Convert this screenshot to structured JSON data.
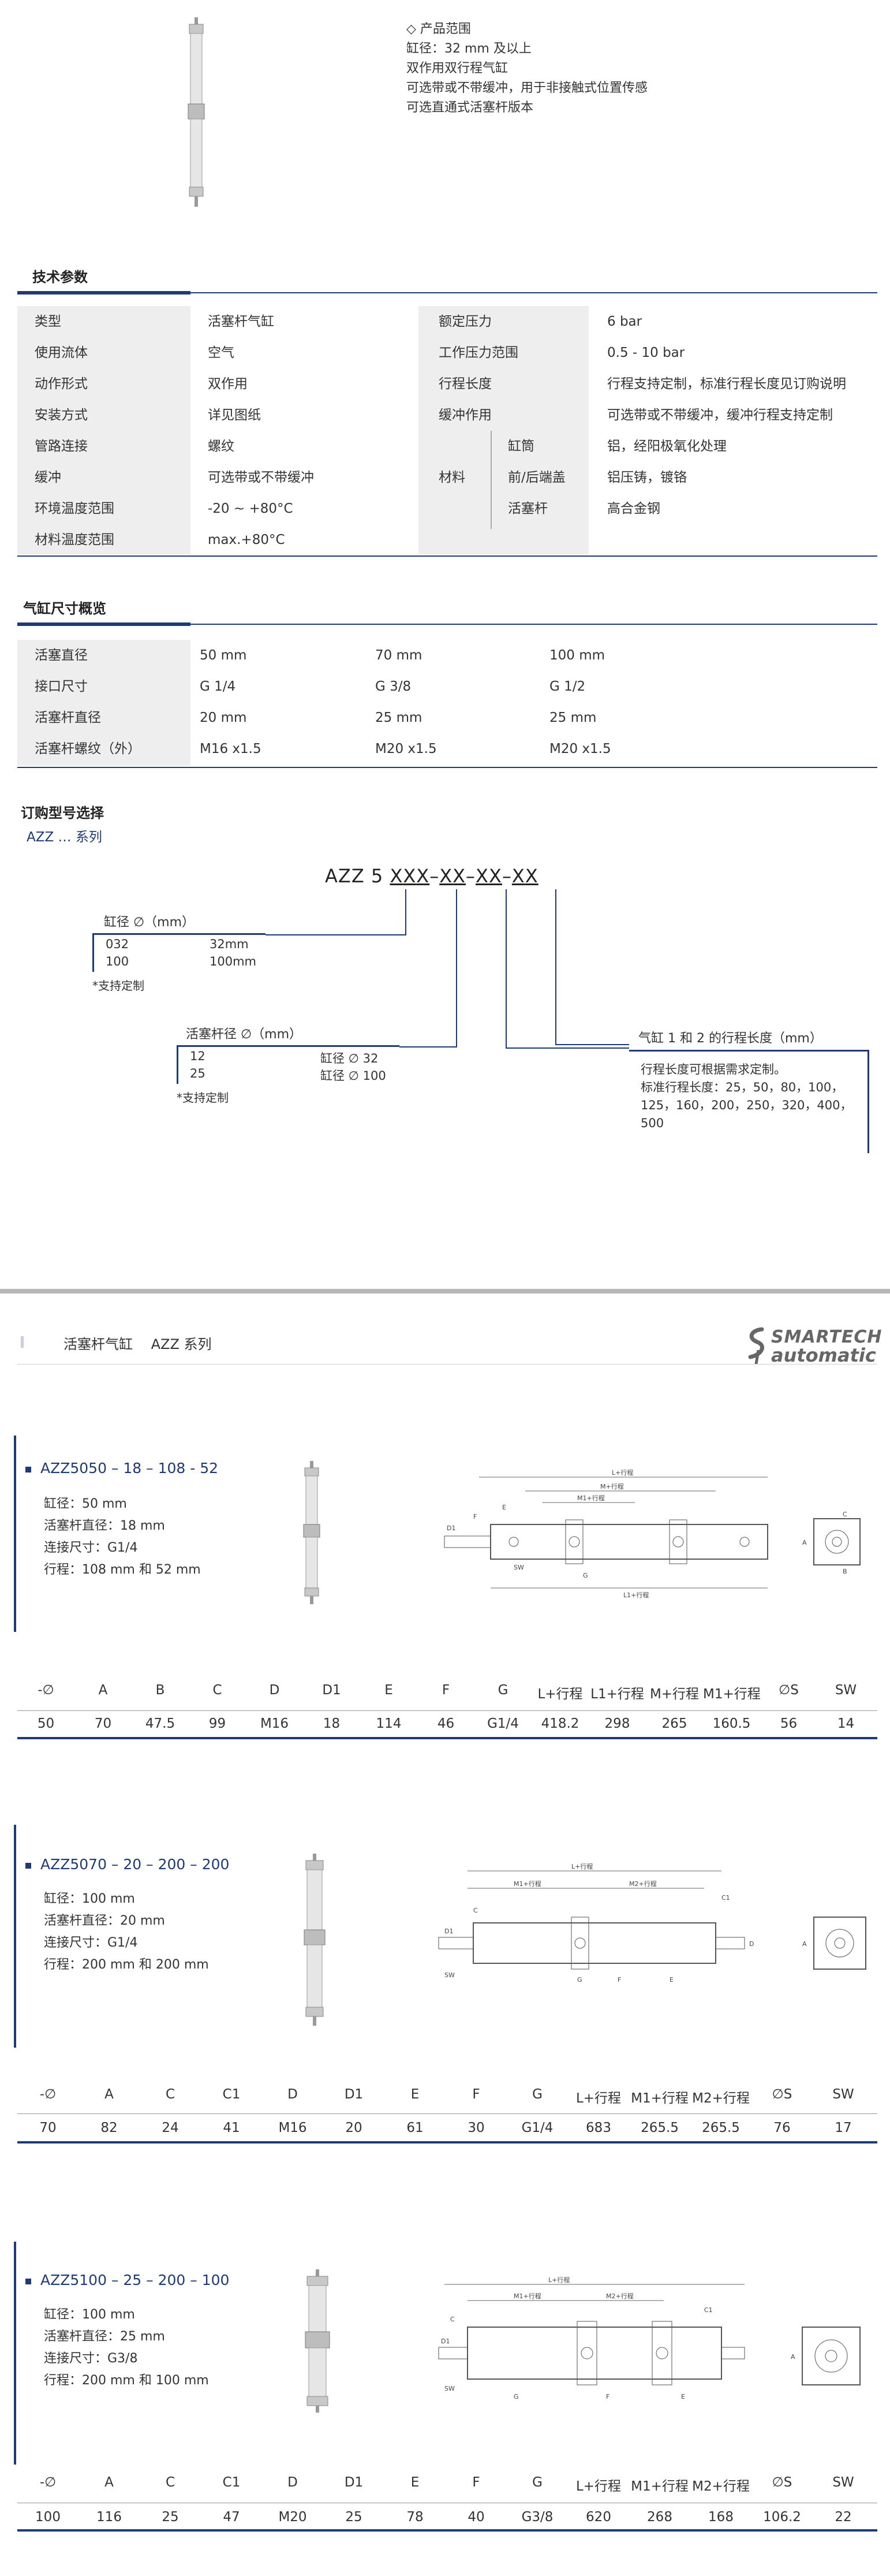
{
  "product_range": {
    "title": "◇ 产品范围",
    "lines": [
      "缸径：32 mm 及以上",
      "双作用双行程气缸",
      "可选带或不带缓冲，用于非接触式位置传感",
      "可选直通式活塞杆版本"
    ]
  },
  "tech": {
    "title": "技术参数",
    "left": [
      {
        "k": "类型",
        "v": "活塞杆气缸"
      },
      {
        "k": "使用流体",
        "v": "空气"
      },
      {
        "k": "动作形式",
        "v": "双作用"
      },
      {
        "k": "安装方式",
        "v": "详见图纸"
      },
      {
        "k": "管路连接",
        "v": "螺纹"
      },
      {
        "k": "缓冲",
        "v": "可选带或不带缓冲"
      },
      {
        "k": "环境温度范围",
        "v": "-20 ~ +80°C"
      },
      {
        "k": "材料温度范围",
        "v": "max.+80°C"
      }
    ],
    "right": [
      {
        "k": "额定压力",
        "v": "6 bar"
      },
      {
        "k": "工作压力范围",
        "v": "0.5 - 10 bar"
      },
      {
        "k": "行程长度",
        "v": "行程支持定制，标准行程长度见订购说明"
      },
      {
        "k": "缓冲作用",
        "v": "可选带或不带缓冲，缓冲行程支持定制"
      }
    ],
    "material_label": "材料",
    "materials": [
      {
        "k": "缸筒",
        "v": "铝，经阳极氧化处理"
      },
      {
        "k": "前/后端盖",
        "v": "铝压铸，镀铬"
      },
      {
        "k": "活塞杆",
        "v": "高合金钢"
      }
    ]
  },
  "overview": {
    "title": "气缸尺寸概览",
    "rows": [
      {
        "k": "活塞直径",
        "v": [
          "50 mm",
          "70 mm",
          "100 mm"
        ]
      },
      {
        "k": "接口尺寸",
        "v": [
          "G 1/4",
          "G 3/8",
          "G 1/2"
        ]
      },
      {
        "k": "活塞杆直径",
        "v": [
          "20 mm",
          "25 mm",
          "25 mm"
        ]
      },
      {
        "k": "活塞杆螺纹（外）",
        "v": [
          "M16 x1.5",
          "M20 x1.5",
          "M20 x1.5"
        ]
      }
    ]
  },
  "order": {
    "title": "订购型号选择",
    "series": "AZZ … 系列",
    "code_prefix": "AZZ 5",
    "code_parts": [
      "X",
      "X",
      "X",
      "–",
      "X",
      "X",
      "–",
      "X",
      "X",
      "–",
      "X",
      "X"
    ],
    "bore": {
      "title": "缸径 ∅（mm）",
      "rows": [
        [
          "032",
          "32mm"
        ],
        [
          "100",
          "100mm"
        ]
      ],
      "note": "*支持定制"
    },
    "rod": {
      "title": "活塞杆径 ∅（mm）",
      "rows": [
        [
          "12",
          "缸径 ∅ 32"
        ],
        [
          "25",
          "缸径 ∅ 100"
        ]
      ],
      "note": "*支持定制"
    },
    "stroke": {
      "title": "气缸 1 和 2 的行程长度（mm）",
      "lines": [
        "行程长度可根据需求定制。",
        "标准行程长度：25，50，80，100，",
        "125，160，200，250，320，400，",
        "500"
      ]
    }
  },
  "page2": {
    "header": "活塞杆气缸　 AZZ 系列",
    "logo_top": "SMARTECH",
    "logo_bottom": "automatic"
  },
  "models": [
    {
      "title": "AZZ5050 – 18 – 108 - 52",
      "specs": [
        "缸径：50 mm",
        "活塞杆直径：18 mm",
        "连接尺寸：G1/4",
        "行程：108 mm 和 52 mm"
      ],
      "headers": [
        "-∅",
        "A",
        "B",
        "C",
        "D",
        "D1",
        "E",
        "F",
        "G",
        "L+行程",
        "L1+行程",
        "M+行程",
        "M1+行程",
        "∅S",
        "SW"
      ],
      "values": [
        "50",
        "70",
        "47.5",
        "99",
        "M16",
        "18",
        "114",
        "46",
        "G1/4",
        "418.2",
        "298",
        "265",
        "160.5",
        "56",
        "14"
      ]
    },
    {
      "title": "AZZ5070 – 20 – 200 – 200",
      "specs": [
        "缸径：100 mm",
        "活塞杆直径：20 mm",
        "连接尺寸：G1/4",
        "行程：200 mm 和 200 mm"
      ],
      "headers": [
        "-∅",
        "A",
        "C",
        "C1",
        "D",
        "D1",
        "E",
        "F",
        "G",
        "L+行程",
        "M1+行程",
        "M2+行程",
        "∅S",
        "SW"
      ],
      "values": [
        "70",
        "82",
        "24",
        "41",
        "M16",
        "20",
        "61",
        "30",
        "G1/4",
        "683",
        "265.5",
        "265.5",
        "76",
        "17"
      ]
    },
    {
      "title": "AZZ5100 – 25 – 200 – 100",
      "specs": [
        "缸径：100 mm",
        "活塞杆直径：25 mm",
        "连接尺寸：G3/8",
        "行程：200 mm 和 100 mm"
      ],
      "headers": [
        "-∅",
        "A",
        "C",
        "C1",
        "D",
        "D1",
        "E",
        "F",
        "G",
        "L+行程",
        "M1+行程",
        "M2+行程",
        "∅S",
        "SW"
      ],
      "values": [
        "100",
        "116",
        "25",
        "47",
        "M20",
        "25",
        "78",
        "40",
        "G3/8",
        "620",
        "268",
        "168",
        "106.2",
        "22"
      ]
    }
  ],
  "drawing_labels": {
    "m1": [
      "L+行程",
      "M+行程",
      "M1+行程",
      "L1+行程",
      "E",
      "F",
      "G",
      "SW",
      "A",
      "B",
      "C",
      "D1"
    ],
    "m2": [
      "L+行程",
      "M1+行程",
      "M2+行程",
      "C1",
      "C",
      "G",
      "F",
      "E",
      "SW",
      "A",
      "D1",
      "D"
    ],
    "m3": [
      "L+行程",
      "M1+行程",
      "M2+行程",
      "C1",
      "C",
      "G",
      "F",
      "E",
      "SW",
      "A",
      "D1"
    ]
  },
  "colors": {
    "accent": "#1e3a78",
    "grey_cell": "#eeeeee"
  }
}
